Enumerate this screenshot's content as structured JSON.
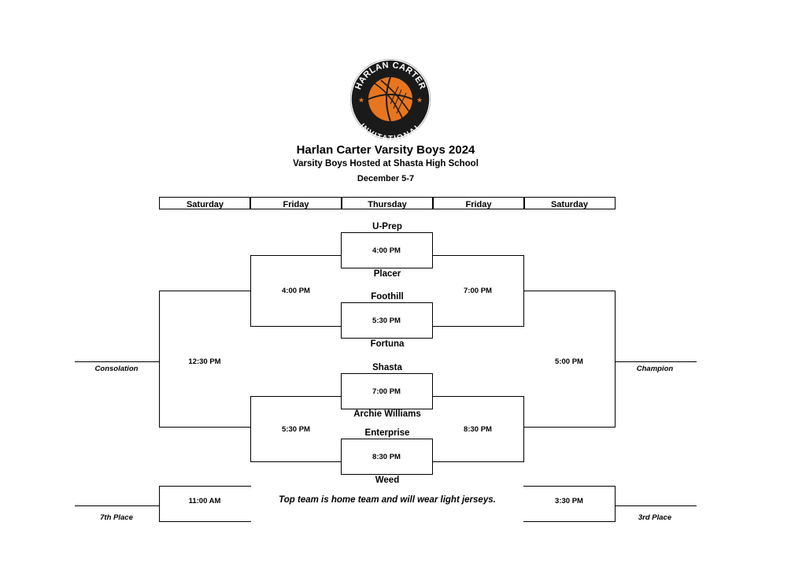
{
  "logo": {
    "text_top": "HARLAN CARTER",
    "text_bottom": "INVITATIONAL",
    "accent_color": "#E8761E",
    "dark_color": "#1a1a1a",
    "icon": "basketball-icon"
  },
  "header": {
    "title": "Harlan Carter Varsity Boys 2024",
    "subtitle": "Varsity Boys Hosted at Shasta High School",
    "dates": "December 5-7"
  },
  "day_headers": [
    "Saturday",
    "Friday",
    "Thursday",
    "Friday",
    "Saturday"
  ],
  "teams": {
    "t1": "U-Prep",
    "t2": "Placer",
    "t3": "Foothill",
    "t4": "Fortuna",
    "t5": "Shasta",
    "t6": "Archie Williams",
    "t7": "Enterprise",
    "t8": "Weed"
  },
  "times": {
    "g1": "4:00 PM",
    "g2": "5:30 PM",
    "g3": "7:00 PM",
    "g4": "8:30 PM",
    "left_top": "4:00 PM",
    "left_bottom": "5:30 PM",
    "right_top": "7:00 PM",
    "right_bottom": "8:30 PM",
    "consolation": "12:30 PM",
    "championship": "5:00 PM",
    "seventh": "11:00 AM",
    "third": "3:30 PM"
  },
  "places": {
    "consolation": "Consolation",
    "champion": "Champion",
    "seventh": "7th Place",
    "third": "3rd Place"
  },
  "note": "Top team is home team and will wear light jerseys."
}
